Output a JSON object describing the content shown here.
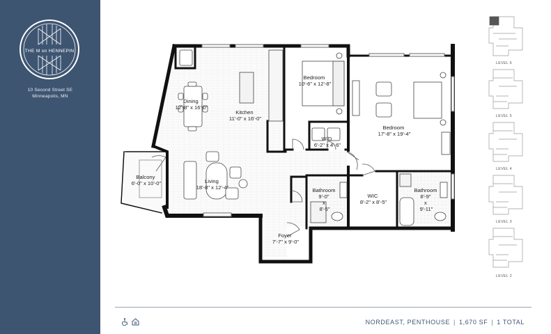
{
  "brand": {
    "logo_text": "THE M on HENNEPIN",
    "address_line1": "10 Second Street SE",
    "address_line2": "Minneapolis, MN"
  },
  "rooms": [
    {
      "id": "bedroom1",
      "name": "Bedroom",
      "dims": [
        "10'-6\" x 12'-8\""
      ]
    },
    {
      "id": "bedroom2",
      "name": "Bedroom",
      "dims": [
        "17'-8\" x 19'-4\""
      ]
    },
    {
      "id": "dining",
      "name": "Dining",
      "dims": [
        "12'-8\" x 16'-0\""
      ]
    },
    {
      "id": "kitchen",
      "name": "Kitchen",
      "dims": [
        "11'-0\" x 16'-0\""
      ]
    },
    {
      "id": "wd",
      "name": "W/D",
      "dims": [
        "6'-2\" x 4'-6\""
      ]
    },
    {
      "id": "balcony",
      "name": "Balcony",
      "dims": [
        "6'-0\" x 10'-0\""
      ]
    },
    {
      "id": "living",
      "name": "Living",
      "dims": [
        "18'-8\" x 12'-4\""
      ]
    },
    {
      "id": "bathroom1",
      "name": "Bathroom",
      "dims": [
        "9'-0\"",
        "x",
        "8'-5\""
      ]
    },
    {
      "id": "wic",
      "name": "WIC",
      "dims": [
        "8'-2\" x 8'-5\""
      ]
    },
    {
      "id": "bathroom2",
      "name": "Bathroom",
      "dims": [
        "8'-9\"",
        "x",
        "9'-11\""
      ]
    },
    {
      "id": "foyer",
      "name": "Foyer",
      "dims": [
        "7'-7\" x 9'-0\""
      ]
    }
  ],
  "levels": [
    "LEVEL 6",
    "LEVEL 5",
    "LEVEL 4",
    "LEVEL 3",
    "LEVEL 2"
  ],
  "highlighted_level": "LEVEL 6",
  "footer": {
    "unit_name": "NORDEAST, PENTHOUSE",
    "area": "1,670 SF",
    "count": "1 TOTAL"
  },
  "icons": [
    "accessible-icon",
    "equal-housing-icon"
  ],
  "colors": {
    "brand_navy": "#3e5572",
    "highlight_unit": "#555555",
    "wall": "#111111"
  }
}
